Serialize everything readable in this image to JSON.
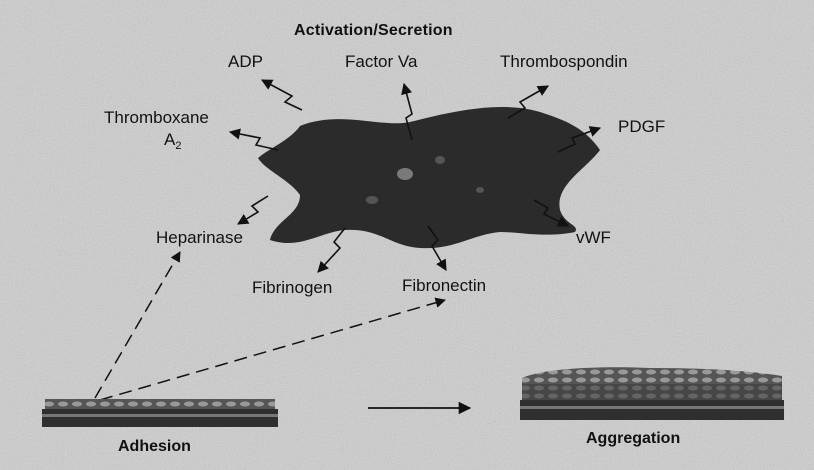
{
  "title": "Activation/Secretion",
  "secreted": {
    "adp": "ADP",
    "factor_va": "Factor Va",
    "thrombospondin": "Thrombospondin",
    "thromboxane": "Thromboxane",
    "a2_letter": "A",
    "a2_subscript": "2",
    "pdgf": "PDGF",
    "heparinase": "Heparinase",
    "vwf": "vWF",
    "fibrinogen": "Fibrinogen",
    "fibronectin": "Fibronectin"
  },
  "stages": {
    "adhesion": "Adhesion",
    "aggregation": "Aggregation"
  },
  "colors": {
    "background": "#cfcfcf",
    "platelet": "#2b2b2b",
    "arrow": "#111111"
  }
}
